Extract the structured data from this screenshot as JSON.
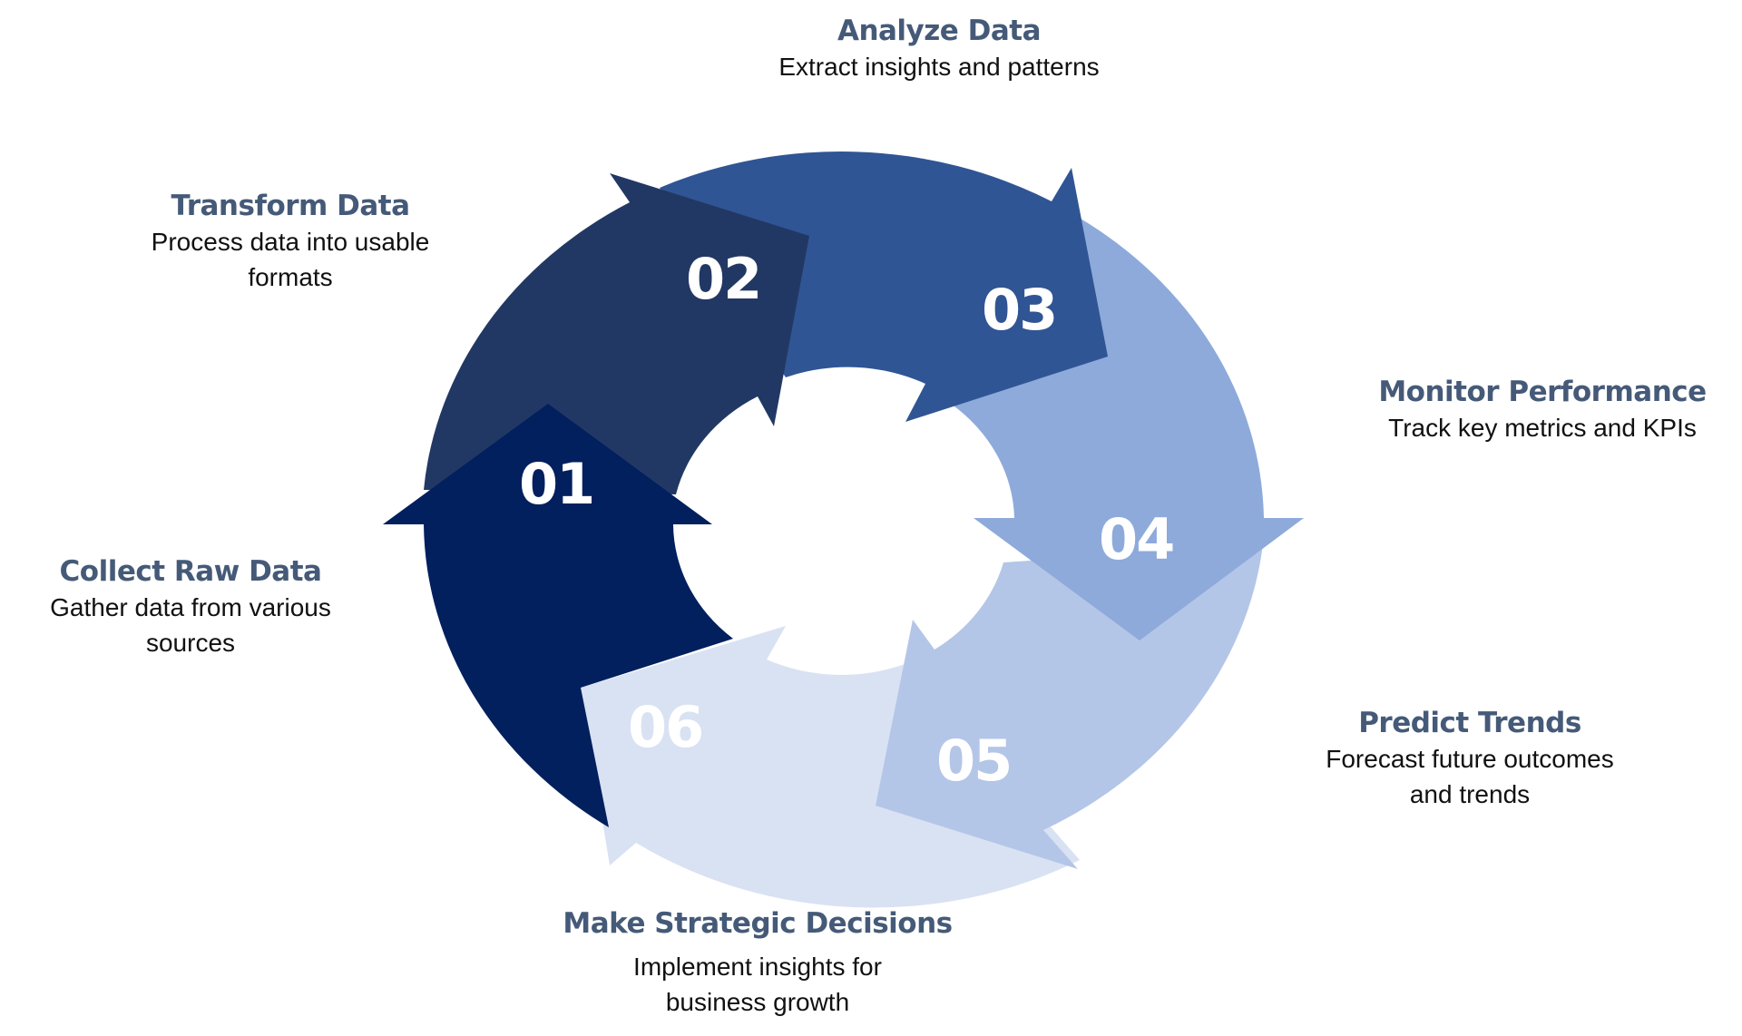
{
  "diagram": {
    "type": "circular-process-cycle",
    "steps": [
      {
        "number": "01",
        "title": "Collect Raw Data",
        "description": "Gather data from various sources",
        "desc_lines": [
          "Gather data from various",
          "sources"
        ],
        "color": "#021f5e"
      },
      {
        "number": "02",
        "title": "Transform Data",
        "description": "Process data into usable formats",
        "desc_lines": [
          "Process data into usable",
          "formats"
        ],
        "color": "#223864"
      },
      {
        "number": "03",
        "title": "Analyze Data",
        "description": "Extract insights and patterns",
        "desc_lines": [
          "Extract insights and patterns"
        ],
        "color": "#305594"
      },
      {
        "number": "04",
        "title": "Monitor Performance",
        "description": "Track key metrics and KPIs",
        "desc_lines": [
          "Track key metrics and KPIs"
        ],
        "color": "#8eaadb"
      },
      {
        "number": "05",
        "title": "Predict Trends",
        "description": "Forecast future outcomes and trends",
        "desc_lines": [
          "Forecast future outcomes",
          "and trends"
        ],
        "color": "#b4c6e7"
      },
      {
        "number": "06",
        "title": "Make Strategic Decisions",
        "description": "Implement insights for business growth",
        "desc_lines": [
          "Implement insights for",
          "business growth"
        ],
        "color": "#d9e2f3"
      }
    ],
    "colors": {
      "title_text": "#455a78",
      "desc_text": "#111111",
      "number_text": "#ffffff",
      "background": "#ffffff"
    }
  }
}
